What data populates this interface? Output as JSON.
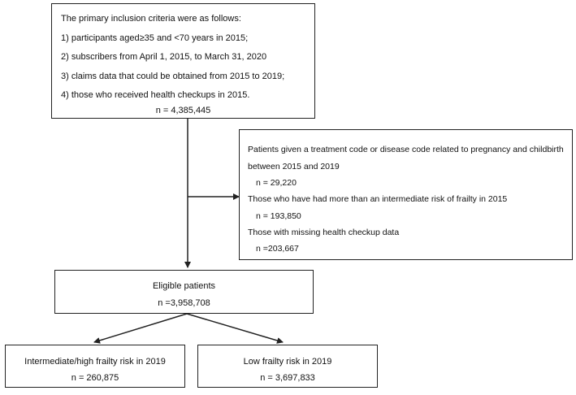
{
  "criteria_box": {
    "heading": "The primary inclusion criteria were as follows:",
    "items": [
      "1)  participants aged≥35 and <70 years in 2015;",
      "2)  subscribers from April 1, 2015, to March 31, 2020",
      "3)  claims data that could be obtained from 2015 to 2019;",
      "4)  those who received health checkups in 2015."
    ],
    "count": "n = 4,385,445"
  },
  "exclusion_box": {
    "line1": "Patients given a treatment code or disease code related to pregnancy and childbirth",
    "line2": "between 2015 and 2019",
    "count1": "n = 29,220",
    "line3": "Those who have had more than an intermediate risk of frailty in 2015",
    "count2": "n =  193,850",
    "line4": "Those with missing health checkup data",
    "count3": "n =203,667"
  },
  "eligible_box": {
    "label": "Eligible patients",
    "count": "n =3,958,708"
  },
  "high_risk_box": {
    "label": "Intermediate/high frailty risk in 2019",
    "count": "n = 260,875"
  },
  "low_risk_box": {
    "label": "Low frailty risk in 2019",
    "count": "n = 3,697,833"
  }
}
